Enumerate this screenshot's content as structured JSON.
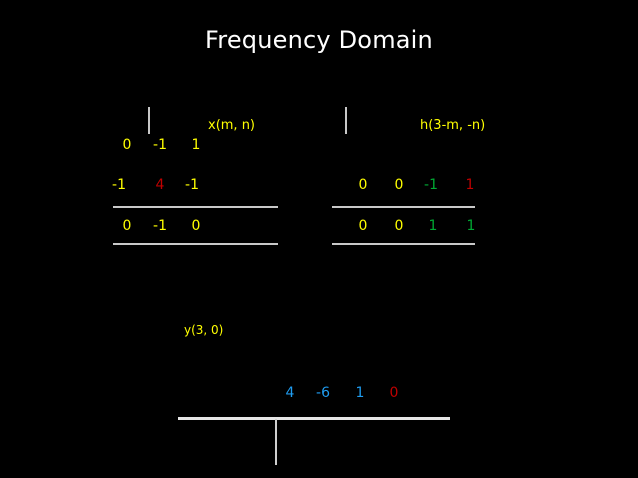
{
  "slide": {
    "title": "Frequency Domain",
    "background_color": "#000000",
    "title_color": "#ffffff"
  },
  "colors": {
    "yellow": "#ffff00",
    "red": "#c00000",
    "green": "#00a933",
    "blue": "#1f9cf0",
    "rule": "#c8c8c8",
    "axis": "#e6e6e6"
  },
  "left_grid": {
    "label": "x(m, n)",
    "label_color": "#ffff00",
    "rows": [
      {
        "cells": [
          {
            "text": "0",
            "color": "yellow"
          },
          {
            "text": "-1",
            "color": "yellow"
          },
          {
            "text": "1",
            "color": "yellow"
          }
        ]
      },
      {
        "cells": [
          {
            "text": "-1",
            "color": "yellow"
          },
          {
            "text": "4",
            "color": "red"
          },
          {
            "text": "-1",
            "color": "yellow"
          }
        ]
      },
      {
        "cells": [
          {
            "text": "0",
            "color": "yellow"
          },
          {
            "text": "-1",
            "color": "yellow"
          },
          {
            "text": "0",
            "color": "yellow"
          }
        ]
      }
    ]
  },
  "right_grid": {
    "label": "h(3-m, -n)",
    "label_color": "#ffff00",
    "rows": [
      {
        "cells": [
          {
            "text": "0",
            "color": "yellow"
          },
          {
            "text": "0",
            "color": "yellow"
          },
          {
            "text": "-1",
            "color": "green"
          },
          {
            "text": "1",
            "color": "red"
          }
        ]
      },
      {
        "cells": [
          {
            "text": "0",
            "color": "yellow"
          },
          {
            "text": "0",
            "color": "yellow"
          },
          {
            "text": "1",
            "color": "green"
          },
          {
            "text": "1",
            "color": "green"
          }
        ]
      }
    ]
  },
  "output": {
    "label": "y(3, 0)",
    "label_color": "#ffff00",
    "values": [
      {
        "text": "4",
        "color": "blue"
      },
      {
        "text": "-6",
        "color": "blue"
      },
      {
        "text": "1",
        "color": "blue"
      },
      {
        "text": "0",
        "color": "red"
      }
    ]
  },
  "chart_data": {
    "type": "table",
    "title": "Frequency Domain",
    "tables": [
      {
        "name": "x(m, n)",
        "values": [
          [
            0,
            -1,
            1
          ],
          [
            -1,
            4,
            -1
          ],
          [
            0,
            -1,
            0
          ]
        ],
        "highlight": {
          "row": 1,
          "col": 1,
          "value": 4,
          "color": "#c00000"
        }
      },
      {
        "name": "h(3-m, -n)",
        "values": [
          [
            0,
            0,
            -1,
            1
          ],
          [
            0,
            0,
            1,
            1
          ]
        ],
        "highlights": [
          {
            "row": 0,
            "col": 2,
            "value": -1,
            "color": "#00a933"
          },
          {
            "row": 0,
            "col": 3,
            "value": 1,
            "color": "#c00000"
          },
          {
            "row": 1,
            "col": 2,
            "value": 1,
            "color": "#00a933"
          },
          {
            "row": 1,
            "col": 3,
            "value": 1,
            "color": "#00a933"
          }
        ]
      },
      {
        "name": "y(3, 0)",
        "values": [
          [
            4,
            -6,
            1,
            0
          ]
        ],
        "highlights": [
          {
            "row": 0,
            "col": 3,
            "value": 0,
            "color": "#c00000"
          }
        ]
      }
    ]
  }
}
